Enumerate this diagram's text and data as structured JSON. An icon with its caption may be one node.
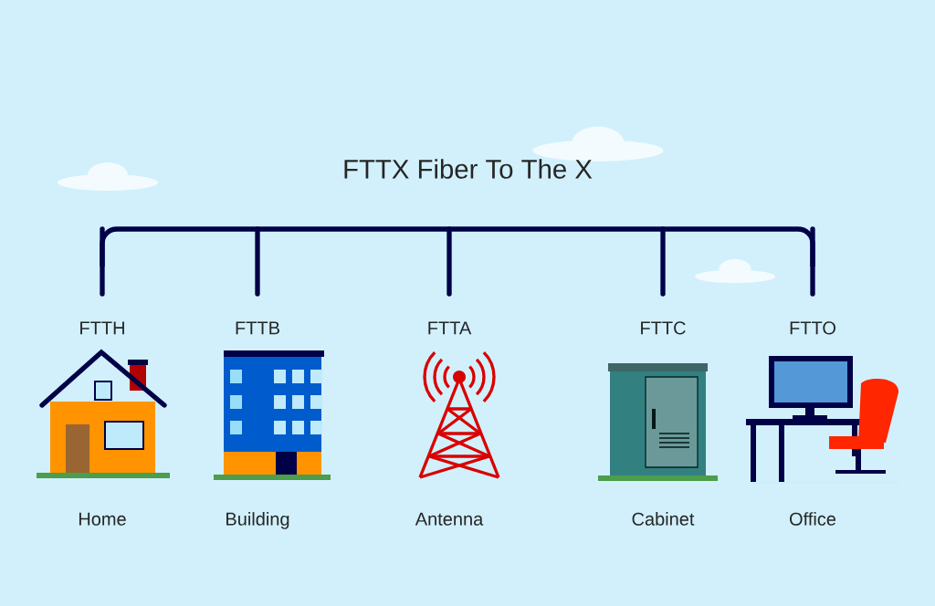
{
  "diagram": {
    "title": "FTTX Fiber To The X",
    "nodes": [
      {
        "text": [
          "FTTH",
          "Home"
        ]
      },
      {
        "text": [
          "FTTB",
          "Building"
        ]
      },
      {
        "text": [
          "FTTA",
          "Antenna"
        ]
      },
      {
        "text": [
          "FTTC",
          "Cabinet"
        ]
      },
      {
        "text": [
          "FTTO",
          "Office"
        ]
      }
    ],
    "edges": [
      {
        "from": null,
        "to": 0,
        "arrow": "none"
      },
      {
        "from": null,
        "to": 1,
        "arrow": "none"
      },
      {
        "from": null,
        "to": 2,
        "arrow": "none"
      },
      {
        "from": null,
        "to": 3,
        "arrow": "none"
      },
      {
        "from": null,
        "to": 4,
        "arrow": "none"
      }
    ]
  }
}
